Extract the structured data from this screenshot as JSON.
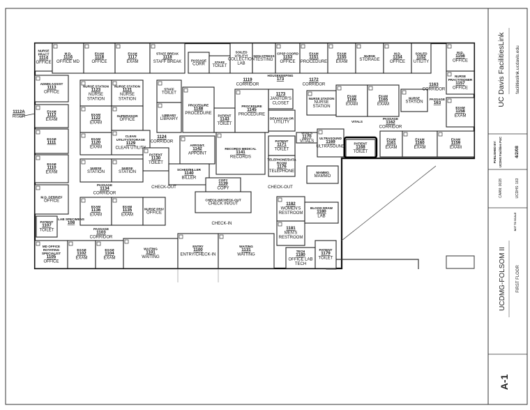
{
  "title_block": {
    "org": "UC Davis FacilitiesLink",
    "url": "facilitieslink.ucdavis.edu",
    "published_by_label": "PUBLISHED BY:",
    "publisher": "UCDHS Facilities P&C",
    "date": "4/2/08",
    "caan": "CAAN: 0028",
    "ucdhs": "UCDHS: 163",
    "scale": "NOT TO SCALE",
    "building": "UCDMG-FOLSOM II",
    "floor": "FIRST FLOOR",
    "sheet": "A-1"
  },
  "rooms": [
    {
      "label": "NURSE PRACT",
      "num": "1114",
      "name": "OFFICE"
    },
    {
      "label": "M.D.",
      "num": "1116",
      "name": "OFFICE MD"
    },
    {
      "label": "EXAM",
      "num": "1118",
      "name": "OFFICE"
    },
    {
      "label": "EXAM",
      "num": "1117",
      "name": "EXAM"
    },
    {
      "label": "STAFF BREAK",
      "num": "1118",
      "name": "STAFF BREAK"
    },
    {
      "label": "PASSAGE",
      "num": "",
      "name": "CORR"
    },
    {
      "label": "STAFF",
      "num": "",
      "name": "TOILET"
    },
    {
      "label": "SOILED UTILITY/",
      "num": "",
      "name": "COLLECTION LAB"
    },
    {
      "label": "NON-STRESS",
      "num": "",
      "name": "TESTING"
    },
    {
      "label": "CPSP COORD",
      "num": "1153",
      "name": "OFFICE"
    },
    {
      "label": "EXAM",
      "num": "1151",
      "name": "PROCEDURE"
    },
    {
      "label": "EXAM",
      "num": "1155",
      "name": "EXAM"
    },
    {
      "label": "NURSE",
      "num": "",
      "name": "STORAGE"
    },
    {
      "label": "M.D.",
      "num": "1154",
      "name": "OFFICE"
    },
    {
      "label": "SOILED",
      "num": "1152",
      "name": "UTILITY"
    },
    {
      "label": "M.D.",
      "num": "1156",
      "name": "OFFICE"
    },
    {
      "label": "NURSE PRACTITIONER",
      "num": "1157",
      "name": "OFFICE"
    },
    {
      "label": "ADMIN ASSIST",
      "num": "1113",
      "name": "OFFICE"
    },
    {
      "label": "EXAM",
      "num": "1112",
      "name": "EXAM"
    },
    {
      "label": "EXAM",
      "num": "1111",
      "name": ""
    },
    {
      "label": "",
      "num": "1112A",
      "name": "RISER"
    },
    {
      "label": "NURSE STATION",
      "num": "1123",
      "name": "NURSE STATION"
    },
    {
      "label": "NURSE STATION",
      "num": "1121",
      "name": "NURSE STATION"
    },
    {
      "label": "EXAM",
      "num": "1122",
      "name": "EXAM"
    },
    {
      "label": "SUPERVISOR",
      "num": "",
      "name": "OFFICE"
    },
    {
      "label": "EXAM",
      "num": "1120",
      "name": "EXAM"
    },
    {
      "label": "CLEAN UTILITY/STORAGE",
      "num": "1129",
      "name": "CLEAN UTILITY"
    },
    {
      "label": "",
      "num": "1124",
      "name": "CORRIDOR"
    },
    {
      "label": "STAFF",
      "num": "",
      "name": "TOILET"
    },
    {
      "label": "LIBRARY",
      "num": "",
      "name": "LIBRARY"
    },
    {
      "label": "PROCEDURE",
      "num": "1148",
      "name": "PROCEDURE"
    },
    {
      "label": "PATIENT",
      "num": "1143",
      "name": "TOILET"
    },
    {
      "label": "PROCEDURE",
      "num": "1145",
      "name": "PROCEDURE"
    },
    {
      "label": "",
      "num": "1119",
      "name": "CORRIDOR"
    },
    {
      "label": "HOUSEKEEPING",
      "num": "173",
      "name": ""
    },
    {
      "label": "",
      "num": "1173",
      "name": "JANITOR'S CLOSET"
    },
    {
      "label": "",
      "num": "1172",
      "name": "CORRIDOR"
    },
    {
      "label": "NURSE STATION",
      "num": "",
      "name": "NURSE STATION"
    },
    {
      "label": "DEXASCAN OR",
      "num": "",
      "name": "UTILITY"
    },
    {
      "label": "VITALS",
      "num": "1170",
      "name": "VITALS"
    },
    {
      "label": "ULTRASOUND",
      "num": "1169",
      "name": "ULTRASOUND"
    },
    {
      "label": "PATIENT",
      "num": "1168",
      "name": "TOILET"
    },
    {
      "label": "EXAM",
      "num": "1166",
      "name": "EXAM"
    },
    {
      "label": "EXAM",
      "num": "1165",
      "name": "EXAM"
    },
    {
      "label": "NURSE",
      "num": "",
      "name": "STATION"
    },
    {
      "label": "PASSAGE",
      "num": "163",
      "name": ""
    },
    {
      "label": "",
      "num": "1163",
      "name": "CORRIDOR"
    },
    {
      "label": "EXAM",
      "num": "1158",
      "name": "EXAM"
    },
    {
      "label": "PASSAGE",
      "num": "1162",
      "name": "CORRIDOR"
    },
    {
      "label": "EXAM",
      "num": "1161",
      "name": "EXAM"
    },
    {
      "label": "EXAM",
      "num": "1160",
      "name": "EXAM"
    },
    {
      "label": "EXAM",
      "num": "1159",
      "name": "EXAM"
    },
    {
      "label": "VITALS",
      "num": "",
      "name": ""
    },
    {
      "label": "APPOINT.",
      "num": "1142",
      "name": "APPOINT"
    },
    {
      "label": "PATIENT",
      "num": "1130",
      "name": "TOILET"
    },
    {
      "label": "SCHED/BILLER",
      "num": "1140",
      "name": "BILLER"
    },
    {
      "label": "RECORDS MEDICAL",
      "num": "1141",
      "name": "RECORDS"
    },
    {
      "label": "COPY",
      "num": "1139",
      "name": "COPY"
    },
    {
      "label": "CHECK-IN/CHECK-OUT",
      "num": "",
      "name": "CHECK IN/OUT"
    },
    {
      "label": "",
      "num": "",
      "name": "CHECK-IN"
    },
    {
      "label": "PATIENT",
      "num": "1171",
      "name": "TOILET"
    },
    {
      "label": "TELEPHONE/DATA ROOM",
      "num": "1176",
      "name": "TELEPHONE"
    },
    {
      "label": "MAMMO",
      "num": "",
      "name": "MAMMO"
    },
    {
      "label": "",
      "num": "",
      "name": "CHECK-OUT"
    },
    {
      "label": "",
      "num": "",
      "name": "CHECK-OUT"
    },
    {
      "label": "NURSE",
      "num": "",
      "name": "STATION"
    },
    {
      "label": "NURSE",
      "num": "",
      "name": "STATION"
    },
    {
      "label": "EXAM",
      "num": "1110",
      "name": "EXAM"
    },
    {
      "label": "M.D. DEBRIEF",
      "num": "",
      "name": "OFFICE"
    },
    {
      "label": "PASSAGE",
      "num": "1134",
      "name": "CORRIDOR"
    },
    {
      "label": "EXAM",
      "num": "1136",
      "name": "EXAM"
    },
    {
      "label": "EXAM",
      "num": "1135",
      "name": "EXAM"
    },
    {
      "label": "NURSE PRIV",
      "num": "",
      "name": "OFFICE"
    },
    {
      "label": "PATIENT",
      "num": "1107",
      "name": "TOILET"
    },
    {
      "label": "LAB SPECIMENS",
      "num": "108",
      "name": ""
    },
    {
      "label": "PASSAGE",
      "num": "1103",
      "name": "CORRIDOR"
    },
    {
      "label": "MD OFFICE ROTATING SPECIALIST",
      "num": "1105",
      "name": "OFFICE"
    },
    {
      "label": "EXAM",
      "num": "1102",
      "name": "EXAM"
    },
    {
      "label": "EXAM",
      "num": "1104",
      "name": "EXAM"
    },
    {
      "label": "WAITING",
      "num": "1101",
      "name": "WAITING"
    },
    {
      "label": "ENTRY",
      "num": "1100",
      "name": "ENTRY/CHECK-IN"
    },
    {
      "label": "WAITING",
      "num": "1131",
      "name": "WAITING"
    },
    {
      "label": "",
      "num": "1182",
      "name": "WOMEN'S RESTROOM"
    },
    {
      "label": "",
      "num": "1181",
      "name": "MEN'S RESTROOM"
    },
    {
      "label": "BLOOD DRAW",
      "num": "1180",
      "name": "LAB"
    },
    {
      "label": "TECH",
      "num": "1180",
      "name": "OFFICE LAB TECH"
    },
    {
      "label": "PATIENT",
      "num": "1179",
      "name": "TOILET"
    }
  ]
}
